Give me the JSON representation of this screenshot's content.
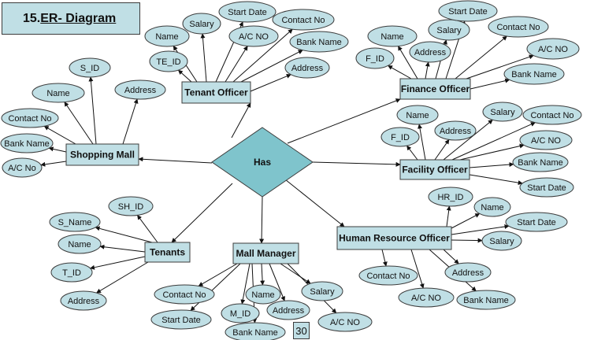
{
  "title": {
    "number": "15.",
    "text": "ER- Diagram"
  },
  "page_number": "30",
  "relationship": {
    "label": "Has"
  },
  "entities": {
    "tenant_officer": {
      "label": "Tenant Officer",
      "attributes": [
        "TE_ID",
        "Name",
        "Salary",
        "Start Date",
        "A/C NO",
        "Contact No",
        "Bank Name",
        "Address"
      ]
    },
    "finance_officer": {
      "label": "Finance Officer",
      "attributes": [
        "F_ID",
        "Name",
        "Address",
        "Salary",
        "Start Date",
        "Contact No",
        "A/C NO",
        "Bank Name"
      ]
    },
    "shopping_mall": {
      "label": "Shopping Mall",
      "attributes": [
        "S_ID",
        "Name",
        "Address",
        "Contact No",
        "Bank Name",
        "A/C No"
      ]
    },
    "facility_officer": {
      "label": "Facility Officer",
      "attributes": [
        "Name",
        "F_ID",
        "Address",
        "Salary",
        "Contact No",
        "A/C NO",
        "Bank Name",
        "Start Date"
      ]
    },
    "tenants": {
      "label": "Tenants",
      "attributes": [
        "SH_ID",
        "S_Name",
        "Name",
        "T_ID",
        "Address"
      ]
    },
    "mall_manager": {
      "label": "Mall Manager",
      "attributes": [
        "Contact No",
        "Start Date",
        "M_ID",
        "Bank Name",
        "Name",
        "Address",
        "Salary",
        "A/C NO"
      ]
    },
    "hr_officer": {
      "label": "Human Resource Officer",
      "attributes": [
        "HR_ID",
        "Name",
        "Start Date",
        "Salary",
        "Address",
        "Contact No",
        "A/C NO",
        "Bank Name"
      ]
    }
  }
}
